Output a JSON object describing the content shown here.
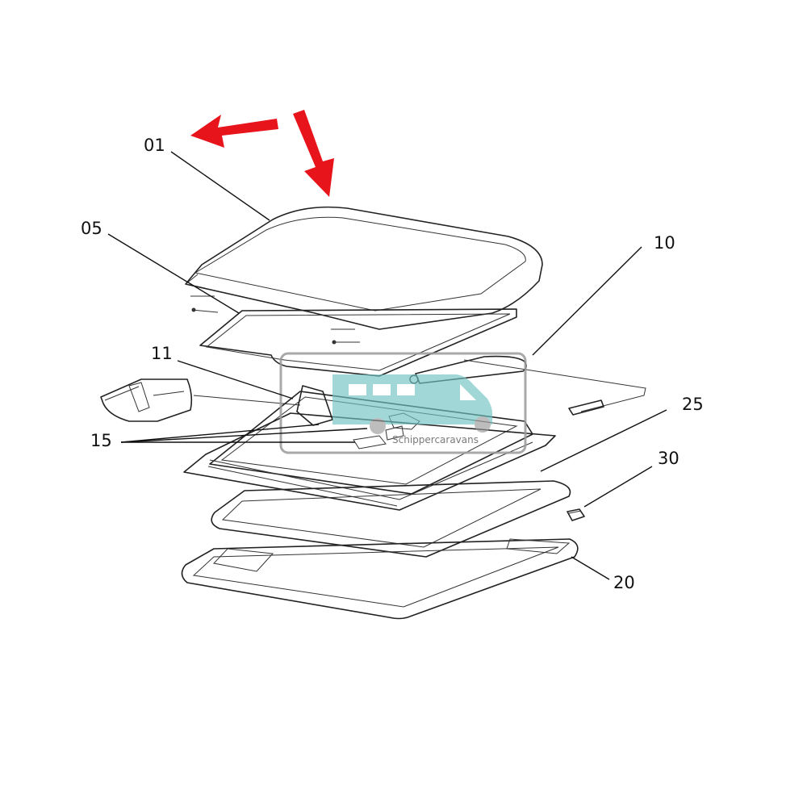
{
  "diagram": {
    "callouts": {
      "p01": "01",
      "p05": "05",
      "p10": "10",
      "p11": "11",
      "p15": "15",
      "p25": "25",
      "p30": "30",
      "p20": "20"
    },
    "watermark_text": "Schippercaravans",
    "colors": {
      "arrow": "#e8141b",
      "watermark_van": "#6fc4c2",
      "watermark_frame": "#9a9a9a",
      "line": "#222222"
    },
    "icons": [
      "left-arrow-icon",
      "down-arrow-icon",
      "van-watermark-icon"
    ]
  }
}
